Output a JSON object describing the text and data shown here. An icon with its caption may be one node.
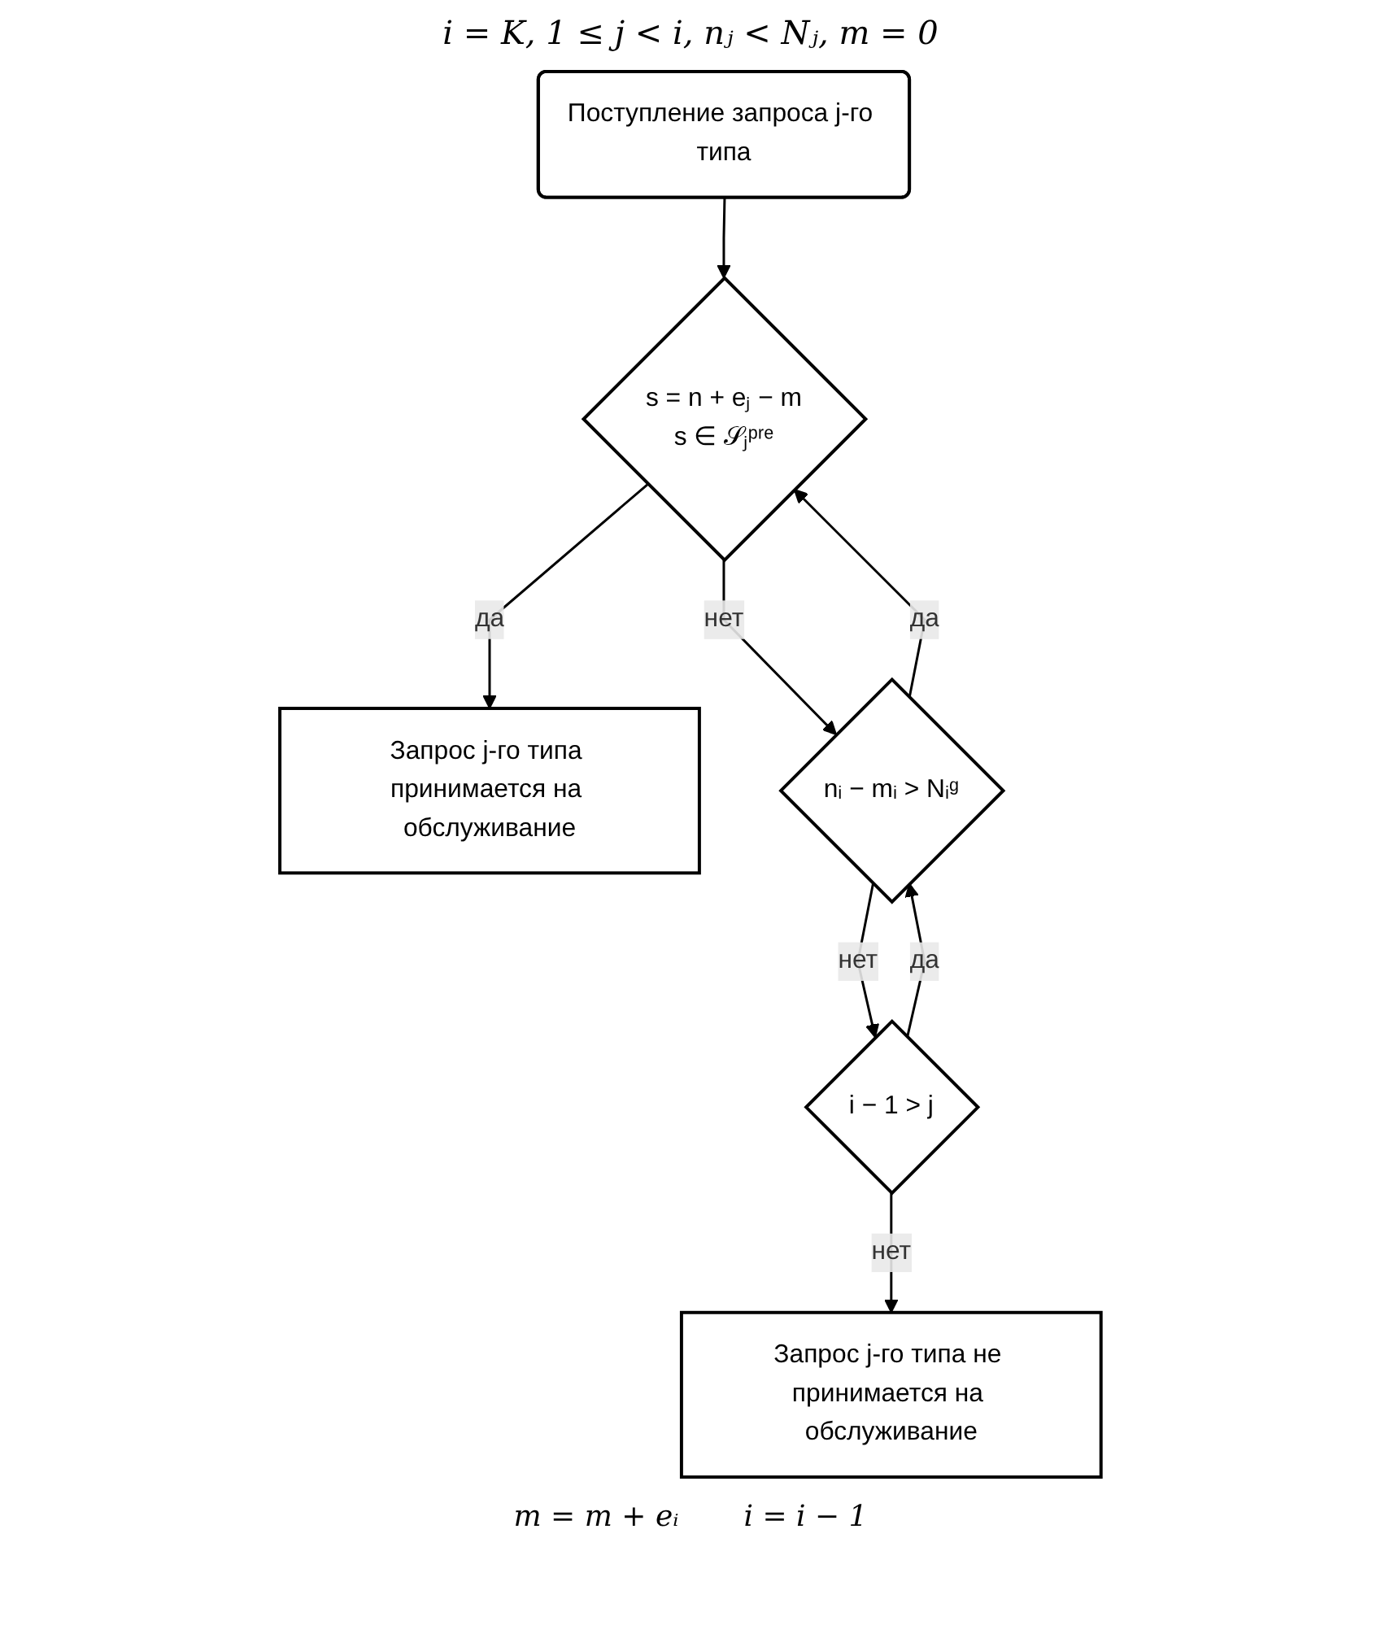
{
  "diagram": {
    "title": "i = K, 1 ≤ j < i, nⱼ < Nⱼ, m = 0",
    "nodes": [
      {
        "text": [
          "Поступление запроса j-го типа"
        ]
      },
      {
        "text": [
          "s = n + eⱼ − m",
          "s ∈ 𝒮ⱼᵖʳᵉ"
        ]
      },
      {
        "text": [
          "Запрос j-го типа принимается на обслуживание"
        ]
      },
      {
        "text": [
          "nᵢ − mᵢ > Nᵢᵍ"
        ]
      },
      {
        "text": [
          "i − 1 > j"
        ]
      },
      {
        "text": [
          "Запрос j-го типа не принимается на обслуживание"
        ]
      }
    ],
    "edges": [
      {
        "from": 0,
        "to": 1,
        "arrow": "to"
      },
      {
        "from": 1,
        "to": 2,
        "label": "да",
        "arrow": "to"
      },
      {
        "from": 1,
        "to": 3,
        "label": "нет",
        "arrow": "to"
      },
      {
        "from": 3,
        "to": 1,
        "label": "да",
        "arrow": "to"
      },
      {
        "from": 3,
        "to": 4,
        "label": "нет",
        "arrow": "to"
      },
      {
        "from": 4,
        "to": 3,
        "label": "да",
        "arrow": "to"
      },
      {
        "from": 4,
        "to": 5,
        "label": "нет",
        "arrow": "to"
      }
    ],
    "labels": [
      "m = m + eᵢ",
      "i = i − 1"
    ]
  }
}
